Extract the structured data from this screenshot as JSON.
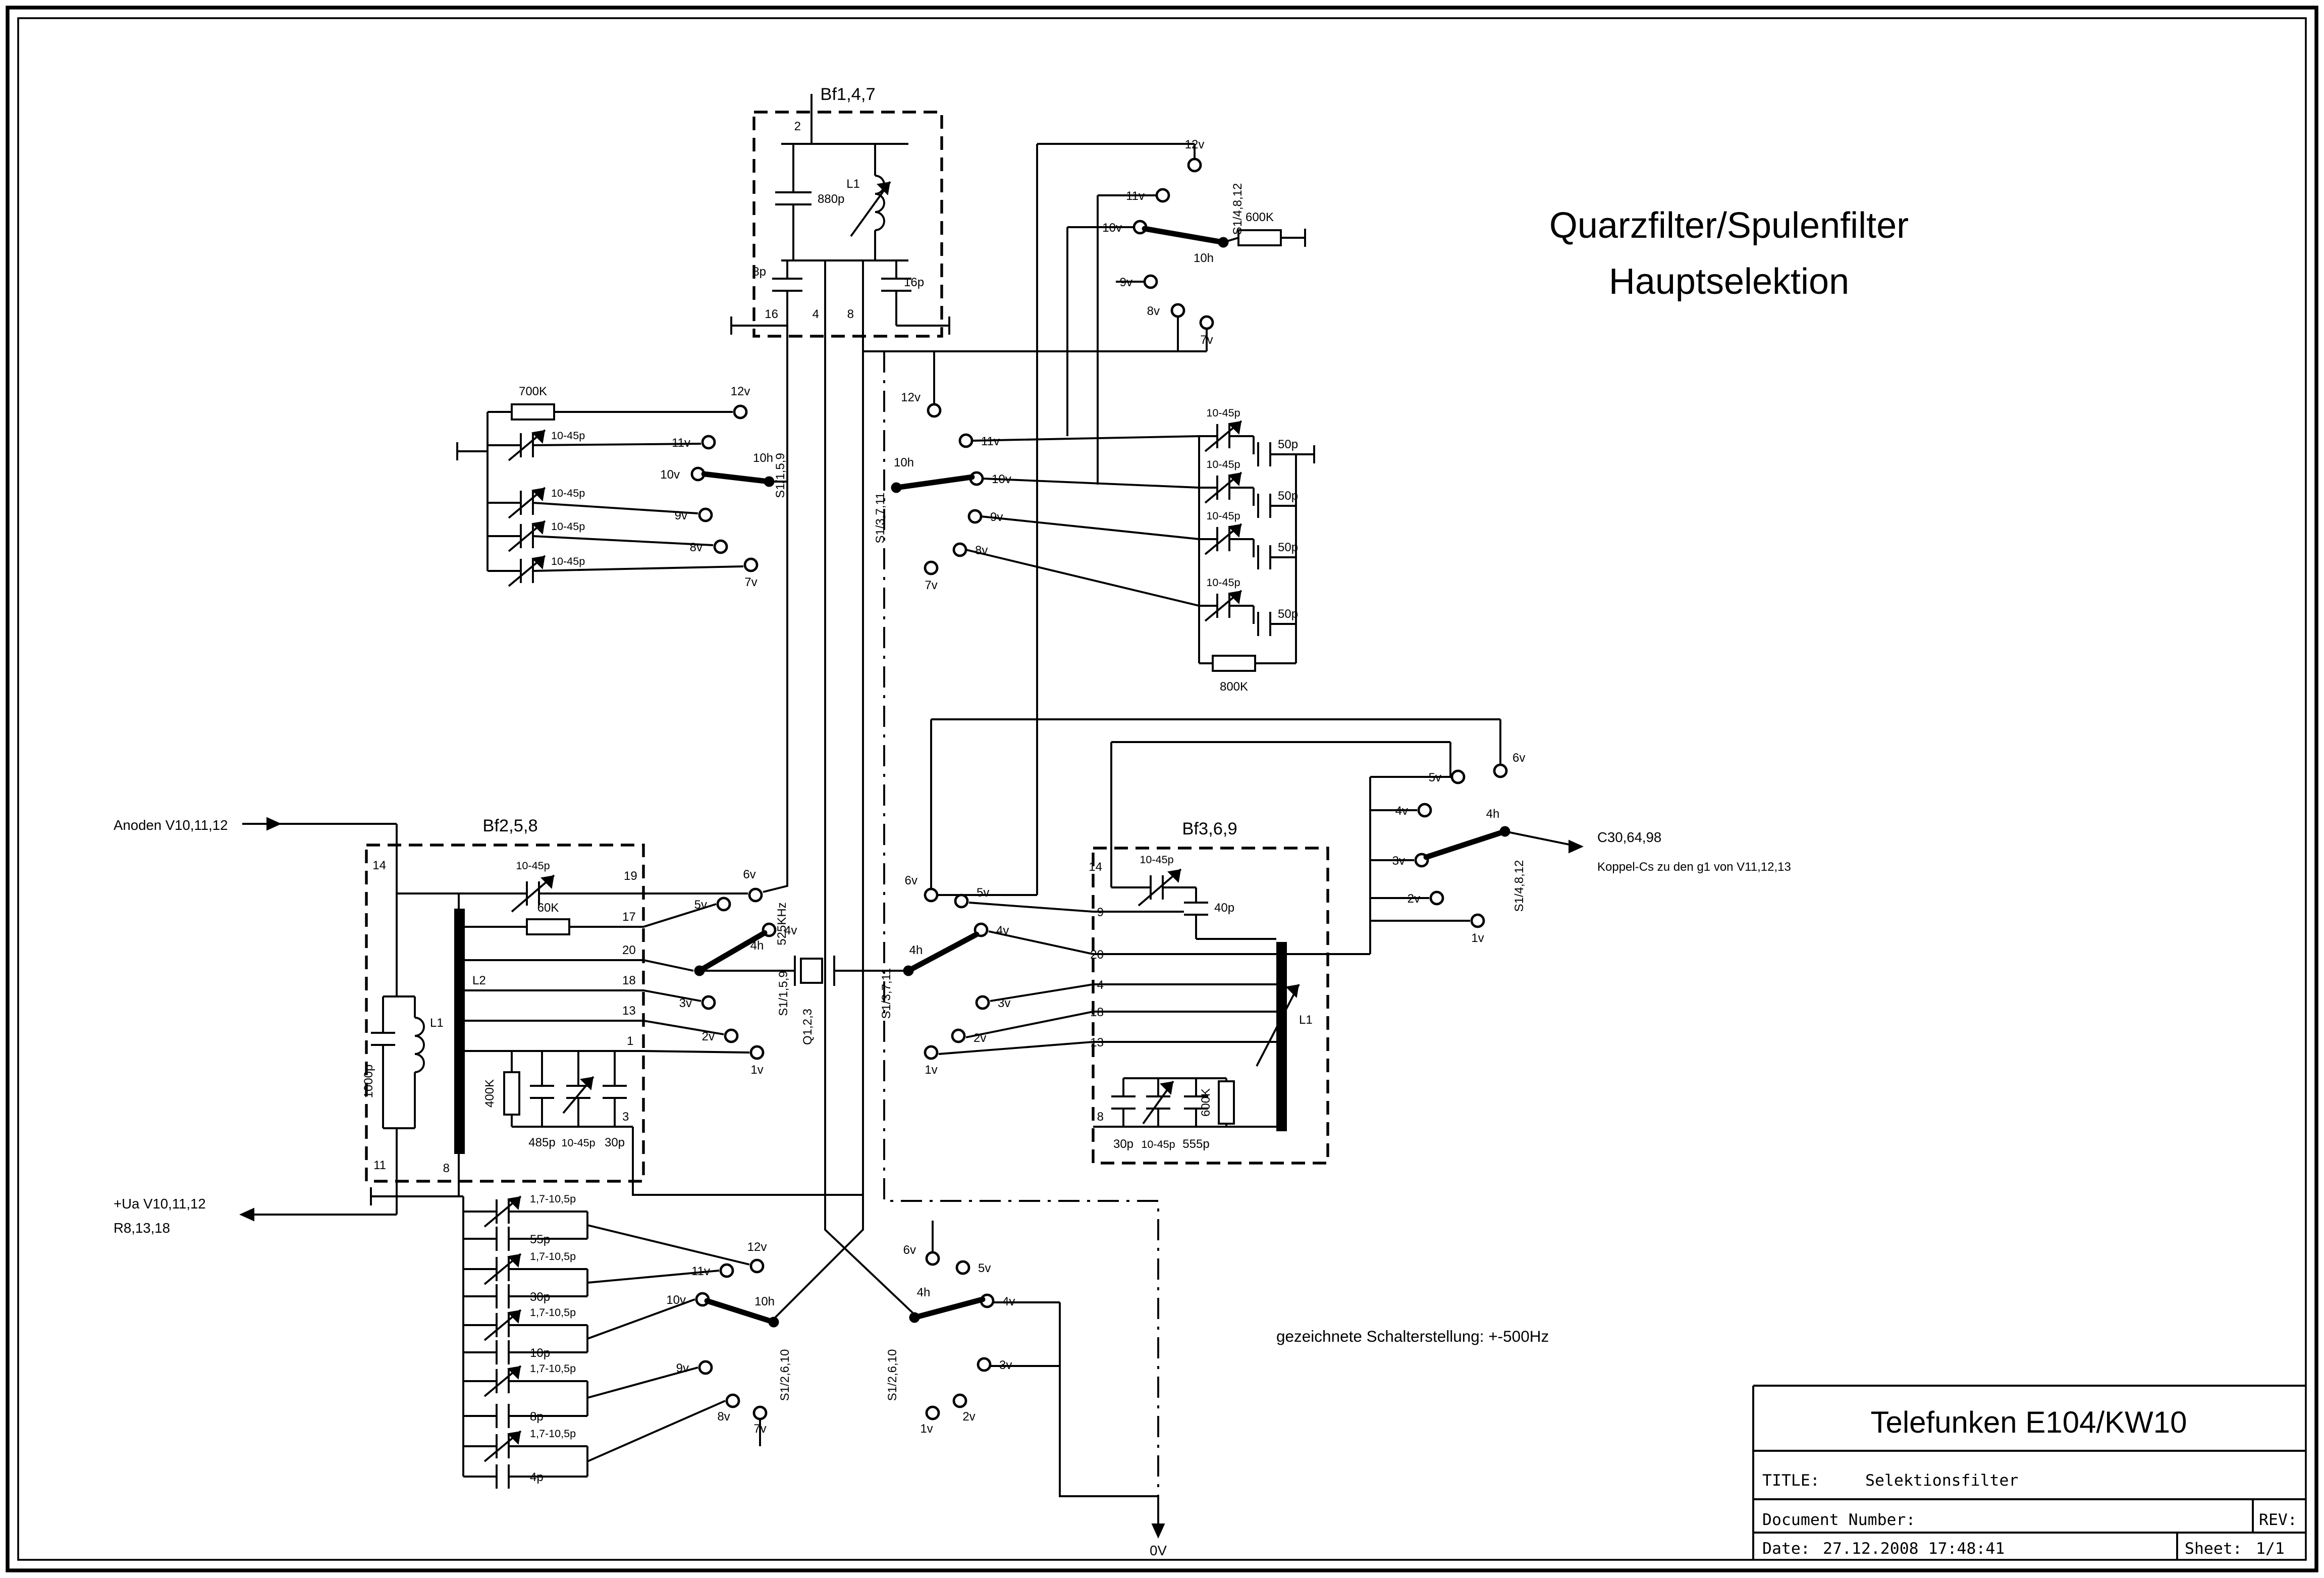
{
  "header": {
    "title1": "Quarzfilter/Spulenfilter",
    "title2": "Hauptselektion"
  },
  "notes": {
    "schalterstellung": "gezeichnete Schalterstellung: +-500Hz",
    "anoden": "Anoden V10,11,12",
    "ua1": "+Ua V10,11,12",
    "ua2": "R8,13,18",
    "zero_v": "0V",
    "koppel1": "C30,64,98",
    "koppel2": "Koppel-Cs zu den g1 von V11,12,13"
  },
  "bf147": {
    "label": "Bf1,4,7",
    "pin_top": "2",
    "c880": "880p",
    "l1": "L1",
    "c8": "8p",
    "c16": "16p",
    "pin16": "16",
    "pin4": "4",
    "pin8": "8"
  },
  "sw_s148_top": {
    "label": "S1/4,8,12",
    "wiper": "10h",
    "r": "600K",
    "c": [
      "12v",
      "11v",
      "10v",
      "9v",
      "8v",
      "7v"
    ]
  },
  "sw_s159_top": {
    "label": "S1/1,5,9",
    "wiper": "10h",
    "c": [
      "12v",
      "11v",
      "10v",
      "9v",
      "8v",
      "7v"
    ]
  },
  "bank_left": {
    "r": "700K",
    "t": [
      "10-45p",
      "10-45p",
      "10-45p",
      "10-45p"
    ]
  },
  "sw_s1371_top": {
    "label": "S1/3,7,11",
    "wiper": "10h",
    "c": [
      "12v",
      "11v",
      "10v",
      "9v",
      "8v",
      "7v"
    ]
  },
  "bank_right": {
    "t": [
      "10-45p",
      "10-45p",
      "10-45p",
      "10-45p"
    ],
    "c": [
      "50p",
      "50p",
      "50p",
      "50p"
    ],
    "r": "800K"
  },
  "bf258": {
    "label": "Bf2,5,8",
    "pins": [
      "14",
      "19",
      "17",
      "20",
      "18",
      "13",
      "1",
      "3",
      "11",
      "8"
    ],
    "t_top": "10-45p",
    "r60": "60K",
    "l1": "L1",
    "l2": "L2",
    "c1000": "1000p",
    "r400": "400K",
    "c485": "485p",
    "t_bot": "10-45p",
    "c30": "30p"
  },
  "crystal": {
    "freq": "525KHz",
    "name": "Q1,2,3"
  },
  "sw_s159_mid": {
    "label": "S1/1,5,9",
    "wiper": "4h",
    "c": [
      "6v",
      "5v",
      "4v",
      "3v",
      "2v",
      "1v"
    ]
  },
  "sw_s1371_mid": {
    "label": "S1/3,7,11",
    "wiper": "4h",
    "c": [
      "6v",
      "5v",
      "4v",
      "3v",
      "2v",
      "1v"
    ]
  },
  "bf369": {
    "label": "Bf3,6,9",
    "pins": [
      "14",
      "9",
      "20",
      "4",
      "18",
      "13",
      "8"
    ],
    "t_top": "10-45p",
    "c40": "40p",
    "l1": "L1",
    "r600": "600K",
    "c30": "30p",
    "t_bot": "10-45p",
    "c555": "555p"
  },
  "sw_s148_right": {
    "label": "S1/4,8,12",
    "wiper": "4h",
    "c": [
      "6v",
      "5v",
      "4v",
      "3v",
      "2v",
      "1v"
    ]
  },
  "bank_bottom": {
    "t": [
      "1,7-10,5p",
      "1,7-10,5p",
      "1,7-10,5p",
      "1,7-10,5p",
      "1,7-10,5p"
    ],
    "c": [
      "55p",
      "30p",
      "10p",
      "8p",
      "4p"
    ]
  },
  "sw_s1261_left": {
    "label": "S1/2,6,10",
    "wiper": "10h",
    "c": [
      "12v",
      "11v",
      "10v",
      "9v",
      "8v",
      "7v"
    ]
  },
  "sw_s1261_right": {
    "label": "S1/2,6,10",
    "wiper": "4h",
    "c": [
      "6v",
      "5v",
      "4v",
      "3v",
      "2v",
      "1v"
    ]
  },
  "title_block": {
    "product": "Telefunken E104/KW10",
    "title_label": "TITLE:",
    "title_value": "Selektionsfilter",
    "doc_label": "Document Number:",
    "rev_label": "REV:",
    "date_label": "Date:",
    "date_value": "27.12.2008 17:48:41",
    "sheet_label": "Sheet:",
    "sheet_value": "1/1"
  }
}
